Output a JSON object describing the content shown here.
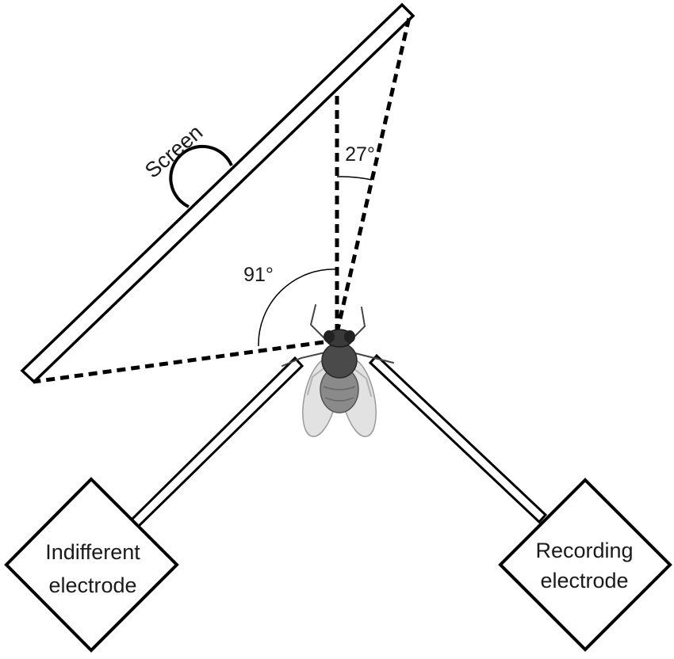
{
  "labels": {
    "screen": "Screen",
    "angle_small": "27°",
    "angle_large": "91°",
    "indifferent_line1": "Indifferent",
    "indifferent_line2": "electrode",
    "recording_line1": "Recording",
    "recording_line2": "electrode"
  },
  "icons": {
    "specimen": "fly-icon"
  },
  "colors": {
    "line": "#000000",
    "background": "#ffffff",
    "specimen_body": "#4a4a4a",
    "specimen_wing": "#d8d8d8"
  }
}
